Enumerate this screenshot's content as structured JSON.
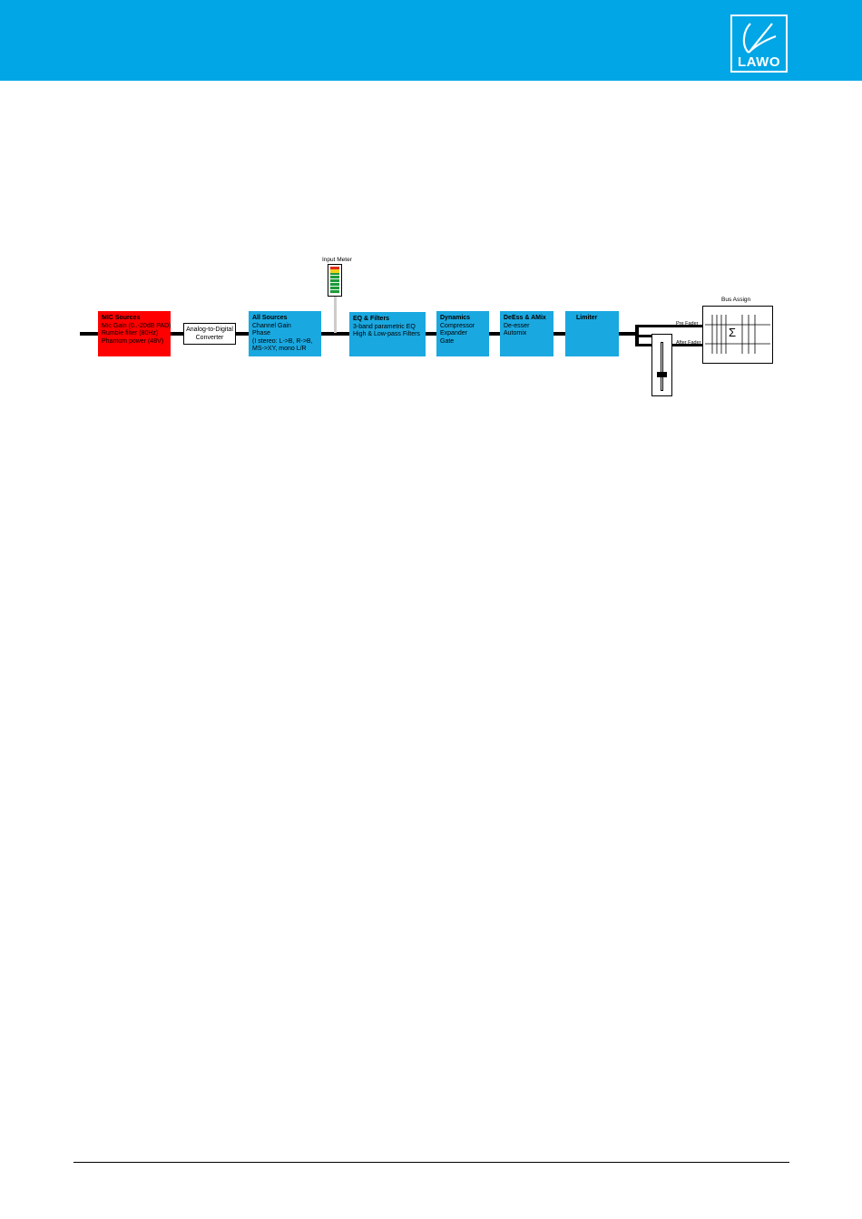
{
  "header": {
    "logo": {
      "text": "LAWO",
      "icon": "lawo-logo-icon"
    },
    "color": "#00a6e6"
  },
  "diagram": {
    "input_meter_label": "Input Meter",
    "mic_sources": {
      "title": "MIC Sources",
      "lines": [
        "Mic Gain (0..-20dB PAD)",
        "Rumble filter (80Hz)",
        "Phantom power (48V)"
      ],
      "color": "#ff0000"
    },
    "adc": {
      "lines": [
        "Analog-to-Digital",
        "Converter"
      ]
    },
    "all_sources": {
      "title": "All Sources",
      "lines": [
        "Channel Gain",
        "Phase",
        "(I stereo: L->B, R->B,",
        " MS->XY, mono L/R"
      ]
    },
    "eq_filters": {
      "title": "EQ & Filters",
      "lines": [
        "3-band parametric EQ",
        "High & Low-pass Filters"
      ]
    },
    "dynamics": {
      "title": "Dynamics",
      "lines": [
        "Compressor",
        "Expander",
        "Gate"
      ]
    },
    "deess_amix": {
      "title": "DeEss & AMix",
      "lines": [
        "De-esser",
        "Automix"
      ]
    },
    "limiter": {
      "title": "Limiter"
    },
    "pre_fader_label": "Pre Fader",
    "after_fader_label": "After Fader",
    "bus_assign": {
      "title": "Bus Assign",
      "symbol": "Σ"
    },
    "block_color": "#1aa8e0"
  }
}
